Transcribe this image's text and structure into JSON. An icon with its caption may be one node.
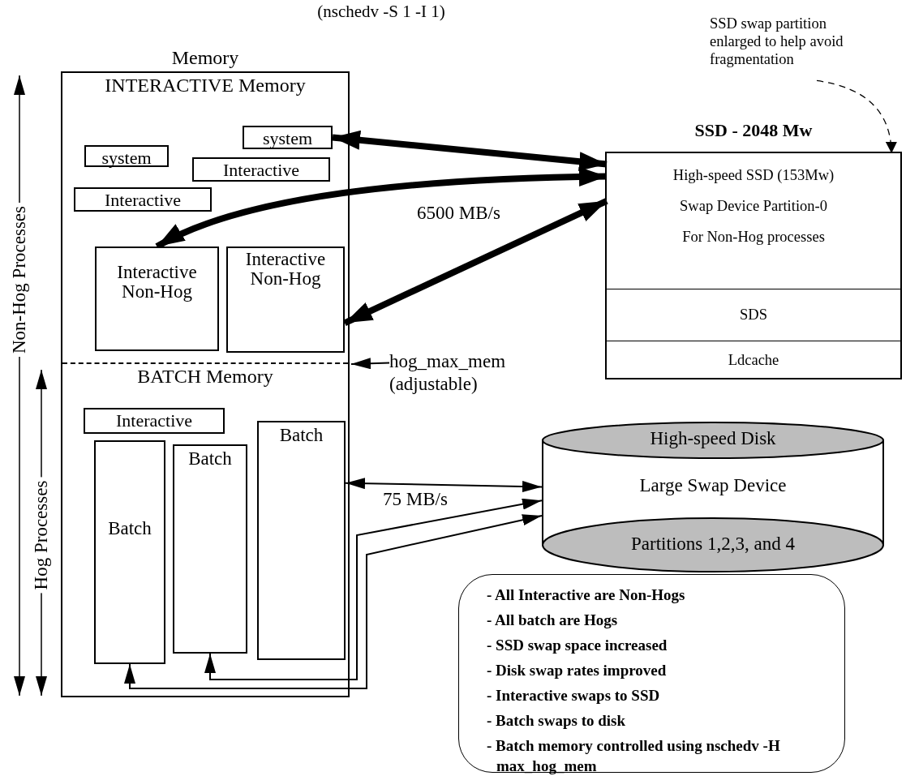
{
  "diagram": {
    "nodes": [
      {
        "text": [
          "Memory"
        ]
      },
      {
        "text": [
          "INTERACTIVE Memory"
        ],
        "in": 0
      },
      {
        "text": [
          "system"
        ],
        "in": 1
      },
      {
        "text": [
          "system"
        ],
        "in": 1
      },
      {
        "text": [
          "Interactive"
        ],
        "in": 1
      },
      {
        "text": [
          "Interactive"
        ],
        "in": 1
      },
      {
        "text": [
          "Interactive Non-Hog"
        ],
        "in": 1
      },
      {
        "text": [
          "Interactive Non-Hog"
        ],
        "in": 1
      },
      {
        "text": [
          "BATCH Memory"
        ],
        "in": 0
      },
      {
        "text": [
          "Interactive"
        ],
        "in": 8
      },
      {
        "text": [
          "Batch"
        ],
        "in": 8
      },
      {
        "text": [
          "Batch"
        ],
        "in": 8
      },
      {
        "text": [
          "Batch"
        ],
        "in": 8
      },
      {
        "text": [
          "SSD - 2048 Mw"
        ]
      },
      {
        "text": [
          "High-speed SSD (153Mw)",
          "Swap Device Partition-0",
          "For Non-Hog processes"
        ],
        "in": 13
      },
      {
        "text": [
          "SDS"
        ],
        "in": 13
      },
      {
        "text": [
          "Ldcache"
        ],
        "in": 13
      },
      {
        "text": [
          "High-speed Disk",
          "Large Swap Device",
          "Partitions 1,2,3, and 4"
        ]
      },
      {
        "text": [
          "- All Interactive are Non-Hogs",
          "- All batch are Hogs",
          "- SSD swap space increased",
          "- Disk swap rates improved",
          "- Interactive swaps to SSD",
          "- Batch swaps to disk",
          "- Batch memory controlled using nschedv -H max_hog_mem"
        ]
      },
      {
        "text": [
          "SSD swap partition enlarged to help avoid fragmentation"
        ]
      },
      {
        "text": [
          "hog_max_mem (adjustable)"
        ]
      }
    ],
    "edges": [
      {
        "from": 2,
        "to": 14,
        "arrow": "both",
        "style": "thick"
      },
      {
        "from": 14,
        "to": 6,
        "arrow": "both",
        "style": "thick",
        "label": "6500 MB/s"
      },
      {
        "from": 7,
        "to": 14,
        "arrow": "both",
        "style": "thick"
      },
      {
        "from": 12,
        "to": 17,
        "arrow": "both",
        "label": "75 MB/s"
      },
      {
        "from": 11,
        "to": 17,
        "arrow": "both"
      },
      {
        "from": 10,
        "to": 17,
        "arrow": "both"
      },
      {
        "from": 19,
        "to": 14,
        "arrow": "to",
        "style": "dashed"
      },
      {
        "from": 20,
        "to": 1,
        "arrow": "to"
      }
    ],
    "labels": [
      "(nschedv -S 1 -I 1)",
      "Non-Hog Processes",
      "Hog Processes"
    ]
  }
}
